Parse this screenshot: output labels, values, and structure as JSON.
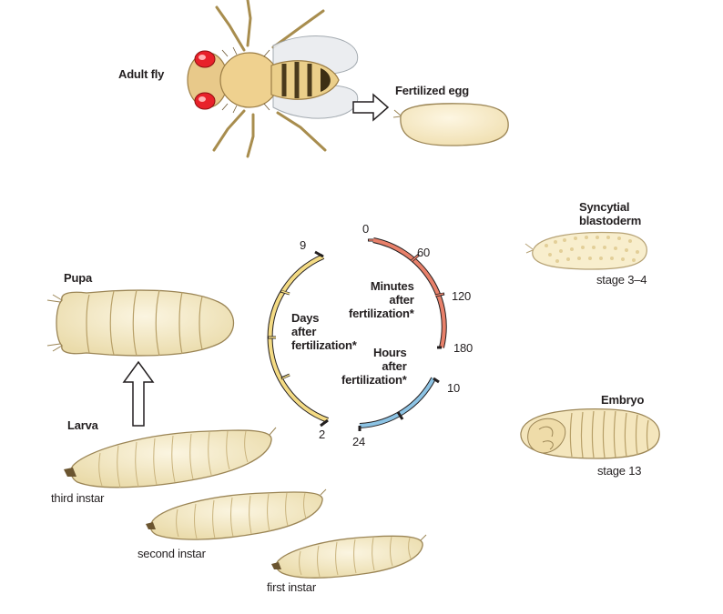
{
  "stages": {
    "adult_fly": "Adult fly",
    "fertilized_egg": "Fertilized egg",
    "syncytial_blastoderm": [
      "Syncytial",
      "blastoderm"
    ],
    "syncytial_stage": "stage 3–4",
    "embryo": "Embryo",
    "embryo_stage": "stage 13",
    "pupa": "Pupa",
    "larva": "Larva",
    "third_instar": "third instar",
    "second_instar": "second instar",
    "first_instar": "first instar"
  },
  "clock": {
    "minutes_label": [
      "Minutes",
      "after",
      "fertilization*"
    ],
    "hours_label": [
      "Hours",
      "after",
      "fertilization*"
    ],
    "days_label": [
      "Days",
      "after",
      "fertilization*"
    ],
    "minutes_ticks": [
      "0",
      "60",
      "120",
      "180"
    ],
    "hours_ticks": [
      "10",
      "24"
    ],
    "days_ticks": [
      "9",
      "2"
    ]
  },
  "colors": {
    "minutes_arc": "#e8806a",
    "hours_arc": "#8cc3e4",
    "days_arc": "#f4db84",
    "body_fill": "#f3e8c3",
    "body_stroke": "#8a7a55",
    "fly_eye": "#e8212a"
  }
}
